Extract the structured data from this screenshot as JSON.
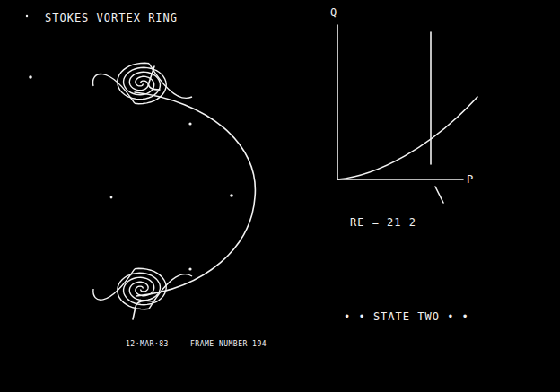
{
  "diagram": {
    "title": "STOKES VORTEX RING",
    "labels": [
      "Q",
      "P",
      "RE = 21 2",
      "• • STATE TWO • •",
      "12·MAR·83",
      "FRAME NUMBER 194"
    ]
  }
}
